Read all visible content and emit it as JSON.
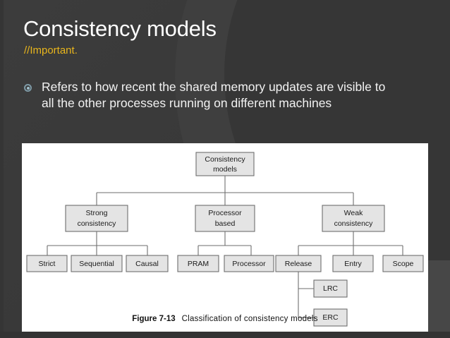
{
  "slide": {
    "title": "Consistency models",
    "subtitle": "//Important.",
    "accent_color": "#e8b51c",
    "background_color": "#3a3a3a",
    "bullets": [
      {
        "glyph": "target-bullet-icon",
        "text": "Refers to how recent the shared memory updates are visible to all the other processes running on different machines"
      }
    ]
  },
  "figure": {
    "caption_label": "Figure 7-13",
    "caption_text": "Classification of consistency models",
    "panel_background": "#ffffff",
    "node_fill": "#e4e4e4",
    "node_stroke": "#6e6e6e",
    "diagram": {
      "type": "tree",
      "root": "Consistency models",
      "nodes": {
        "root": "Consistency\nmodels",
        "root_line1": "Consistency",
        "root_line2": "models",
        "level2": [
          {
            "line1": "Strong",
            "line2": "consistency"
          },
          {
            "line1": "Processor",
            "line2": "based"
          },
          {
            "line1": "Weak",
            "line2": "consistency"
          }
        ],
        "leaves_strong": [
          "Strict",
          "Sequential",
          "Causal"
        ],
        "leaves_processor": [
          "PRAM",
          "Processor"
        ],
        "leaves_weak": [
          "Release",
          "Entry",
          "Scope"
        ],
        "release_children": [
          "LRC",
          "ERC"
        ]
      },
      "edges": [
        "Consistency models -> Strong consistency",
        "Consistency models -> Processor based",
        "Consistency models -> Weak consistency",
        "Strong consistency -> Strict",
        "Strong consistency -> Sequential",
        "Strong consistency -> Causal",
        "Processor based -> PRAM",
        "Processor based -> Processor",
        "Weak consistency -> Release",
        "Weak consistency -> Entry",
        "Weak consistency -> Scope",
        "Release -> LRC",
        "Release -> ERC"
      ]
    }
  }
}
